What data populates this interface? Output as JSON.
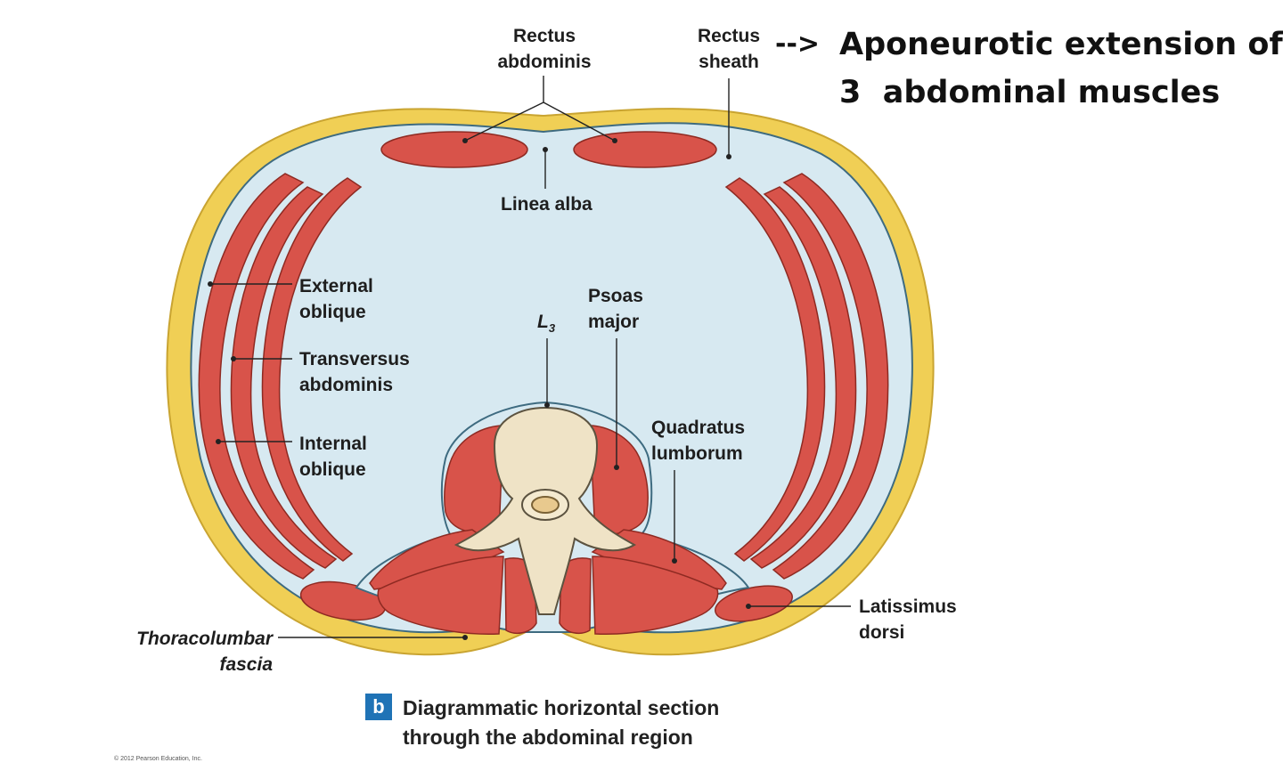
{
  "labels": {
    "rectus_abdominis": [
      "Rectus",
      "abdominis"
    ],
    "rectus_sheath": [
      "Rectus",
      "sheath"
    ],
    "linea_alba": "Linea alba",
    "external_oblique": [
      "External",
      "oblique"
    ],
    "transversus_abdominis": [
      "Transversus",
      "abdominis"
    ],
    "internal_oblique": [
      "Internal",
      "oblique"
    ],
    "l3_letter": "L",
    "l3_sub": "3",
    "psoas_major": [
      "Psoas",
      "major"
    ],
    "quadratus_lumborum": [
      "Quadratus",
      "lumborum"
    ],
    "latissimus_dorsi": [
      "Latissimus",
      "dorsi"
    ],
    "thoracolumbar_fascia": [
      "Thoracolumbar",
      "fascia"
    ]
  },
  "annotation": {
    "arrow": "-->",
    "line1": "Aponeurotic extension of",
    "line2": "3  abdominal muscles"
  },
  "caption": {
    "badge": "b",
    "line1": "Diagrammatic horizontal section",
    "line2": "through the abdominal region"
  },
  "copyright": "© 2012 Pearson Education, Inc.",
  "colors": {
    "fat": "#f0cf55",
    "fat_edge": "#c9a431",
    "muscle": "#d8534a",
    "muscle_edge": "#8e2a22",
    "fascia": "#d7e9f1",
    "fascia_edge": "#3e6b80",
    "bone": "#efe3c6",
    "bone_edge": "#5c5340",
    "badge": "#1f73b6"
  }
}
